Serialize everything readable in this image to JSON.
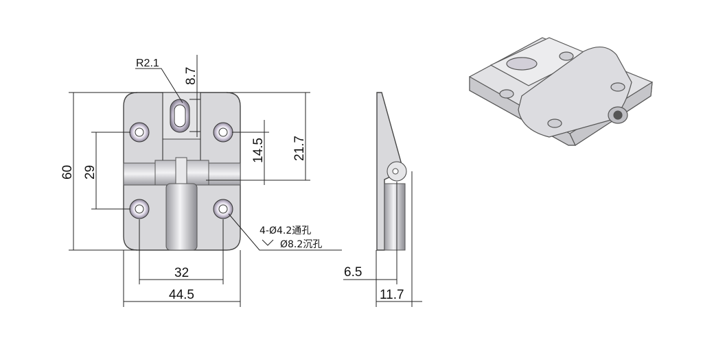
{
  "drawing": {
    "front_view": {
      "dimensions": {
        "height_total": "60",
        "hole_spacing_vertical": "29",
        "hole_to_axis": "14.5",
        "top_to_axis": "21.7",
        "slot_length": "8.7",
        "slot_radius": "R2.1",
        "hole_spacing_horizontal": "32",
        "width_total": "44.5"
      },
      "hole_note": {
        "through_hole": "4-Ø4.2通孔",
        "countersink": "Ø8.2沉孔"
      }
    },
    "side_view": {
      "dimensions": {
        "pivot_offset": "6.5",
        "total_thickness": "11.7"
      }
    },
    "colors": {
      "metal": "#d9d9dc",
      "metal_dark": "#a9a9ae",
      "line": "#222222"
    }
  }
}
